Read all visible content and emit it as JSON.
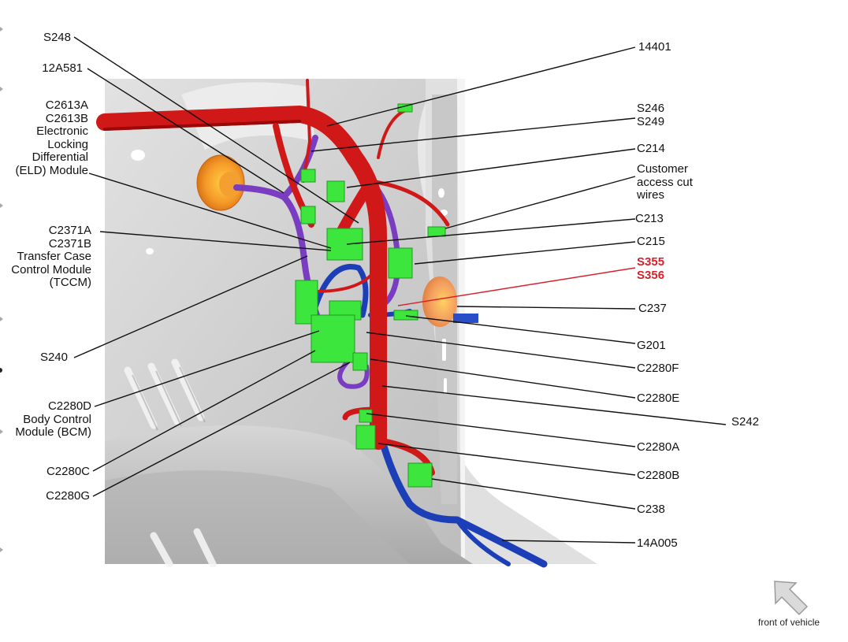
{
  "diagram": {
    "type": "wiring-harness-location-view",
    "compass": {
      "label": "front of vehicle",
      "icon": "arrow-up-left-icon"
    },
    "colors": {
      "harness_red": "#d01818",
      "harness_blue": "#1c3fb8",
      "harness_purple": "#7a3cc0",
      "connector_green": "#3ce63c",
      "grommet_orange": "#f09030",
      "body_panel": "#d4d4d4",
      "highlight_label": "#d8202a"
    },
    "left_labels": [
      {
        "id": "S248",
        "lines": [
          "S248"
        ]
      },
      {
        "id": "12A581",
        "lines": [
          "12A581"
        ]
      },
      {
        "id": "C2613",
        "lines": [
          "C2613A",
          "C2613B",
          "Electronic",
          "Locking",
          "Differential",
          "(ELD) Module"
        ]
      },
      {
        "id": "C2371",
        "lines": [
          "C2371A",
          "C2371B",
          "Transfer Case",
          "Control Module",
          "(TCCM)"
        ]
      },
      {
        "id": "S240",
        "lines": [
          "S240"
        ]
      },
      {
        "id": "C2280D",
        "lines": [
          "C2280D",
          "Body Control",
          "Module (BCM)"
        ]
      },
      {
        "id": "C2280C",
        "lines": [
          "C2280C"
        ]
      },
      {
        "id": "C2280G",
        "lines": [
          "C2280G"
        ]
      }
    ],
    "right_labels": [
      {
        "id": "14401",
        "lines": [
          "14401"
        ]
      },
      {
        "id": "S246",
        "lines": [
          "S246",
          "S249"
        ]
      },
      {
        "id": "C214",
        "lines": [
          "C214"
        ]
      },
      {
        "id": "CACW",
        "lines": [
          "Customer",
          "access cut",
          "wires"
        ]
      },
      {
        "id": "C213",
        "lines": [
          "C213"
        ]
      },
      {
        "id": "C215",
        "lines": [
          "C215"
        ]
      },
      {
        "id": "S355",
        "lines": [
          "S355",
          "S356"
        ],
        "highlight": true
      },
      {
        "id": "C237",
        "lines": [
          "C237"
        ]
      },
      {
        "id": "G201",
        "lines": [
          "G201"
        ]
      },
      {
        "id": "C2280F",
        "lines": [
          "C2280F"
        ]
      },
      {
        "id": "C2280E",
        "lines": [
          "C2280E"
        ]
      },
      {
        "id": "S242",
        "lines": [
          "S242"
        ]
      },
      {
        "id": "C2280A",
        "lines": [
          "C2280A"
        ]
      },
      {
        "id": "C2280B",
        "lines": [
          "C2280B"
        ]
      },
      {
        "id": "C238",
        "lines": [
          "C238"
        ]
      },
      {
        "id": "14A005",
        "lines": [
          "14A005"
        ]
      }
    ]
  },
  "text": {
    "S248": "S248",
    "12A581": "12A581",
    "C2613": "C2613A\nC2613B\nElectronic\nLocking\nDifferential\n(ELD) Module",
    "C2371": "C2371A\nC2371B\nTransfer Case\nControl Module\n(TCCM)",
    "S240": "S240",
    "C2280D": "C2280D\nBody Control\nModule (BCM)",
    "C2280C": "C2280C",
    "C2280G": "C2280G",
    "14401": "14401",
    "S246": "S246\nS249",
    "C214": "C214",
    "CACW": "Customer\naccess cut\nwires",
    "C213": "C213",
    "C215": "C215",
    "S355": "S355\nS356",
    "C237": "C237",
    "G201": "G201",
    "C2280F": "C2280F",
    "C2280E": "C2280E",
    "S242": "S242",
    "C2280A": "C2280A",
    "C2280B": "C2280B",
    "C238": "C238",
    "14A005": "14A005",
    "front": "front of vehicle"
  }
}
